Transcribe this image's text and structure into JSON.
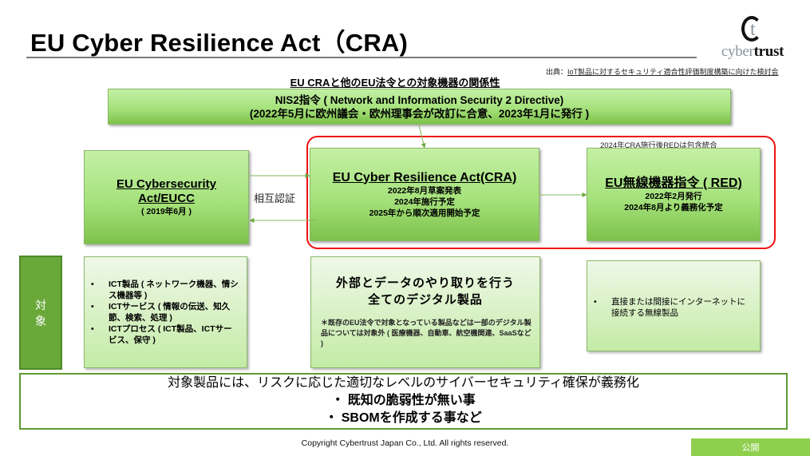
{
  "header": {
    "title": "EU Cyber Resilience Act（CRA)",
    "logo_text_light": "cyber",
    "logo_text_bold": "trust",
    "logo_mark_letter": "t",
    "source_prefix": "出典：",
    "source_link": "IoT製品に対するセキュリティ適合性評価制度構築に向けた検討会"
  },
  "diagram": {
    "subtitle": "EU CRAと他のEU法令との対象機器の関係性",
    "nis2": {
      "line1": "NIS2指令 ( Network and Information Security 2 Directive)",
      "line2": "(2022年5月に欧州議会・欧州理事会が改訂に合意、2023年1月に発行 )"
    },
    "eucc": {
      "title_line1": "EU Cybersecurity",
      "title_line2": "Act/EUCC",
      "date": "( 2019年6月 )"
    },
    "mutual_recognition": "相互認証",
    "cra": {
      "title": "EU Cyber Resilience Act(CRA)",
      "lines": [
        "2022年8月草案発表",
        "2024年施行予定",
        "2025年から順次適用開始予定"
      ]
    },
    "red": {
      "title": "EU無線機器指令 ( RED)",
      "lines": [
        "2022年2月発行",
        "2024年8月より義務化予定"
      ]
    },
    "red_note": "2024年CRA施行後REDは包含統合"
  },
  "scope": {
    "label": "対象",
    "eucc_items": [
      "ICT製品 ( ネットワーク機器、情シス機器等 )",
      "ICTサービス ( 情報の伝送、知久節、検索、処理 )",
      "ICTプロセス ( ICT製品、ICTサービス、保守 )"
    ],
    "cra_heading_line1": "外部とデータのやり取りを行う",
    "cra_heading_line2": "全てのデジタル製品",
    "cra_note": "＊既存のEU法令で対象となっている製品などは一部のデジタル製品については対象外 ( 医療機器、自動車、航空機関連、SaaSなど )",
    "red_items": [
      "直接または間接にインターネットに接続する無線製品"
    ],
    "bullet": "•"
  },
  "summary": {
    "line1": "対象製品には、リスクに応じた適切なレベルのサイバーセキュリティ確保が義務化",
    "line2": "・ 既知の脆弱性が無い事",
    "line3": "・ SBOMを作成する事など"
  },
  "footer": {
    "copyright": "Copyright Cybertrust Japan Co., Ltd. All rights reserved.",
    "badge": "公開"
  },
  "colors": {
    "accent_green": "#6aa83a",
    "highlight_red": "#e11111",
    "badge_green": "#8fcf4e"
  }
}
